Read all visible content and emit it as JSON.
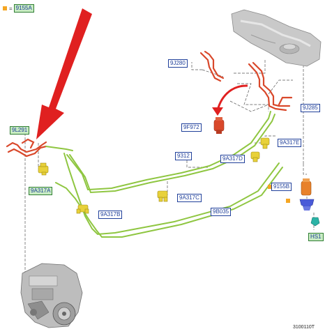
{
  "legend": {
    "marker_color": "#f5a623",
    "equals": "=",
    "label": "9155A"
  },
  "labels": {
    "l_9155A": "9155A",
    "l_9J280": "9J280",
    "l_9J285": "9J285",
    "l_9L291": "9L291",
    "l_9F972": "9F972",
    "l_9A317E": "9A317E",
    "l_9312": "9312",
    "l_9A317D": "9A317D",
    "l_9A317A": "9A317A",
    "l_9A317C": "9A317C",
    "l_9155B": "9155B",
    "l_9B035": "9B035",
    "l_9A317B": "9A317B",
    "l_HS1": "HS1"
  },
  "figure_id": "3100110T",
  "colors": {
    "red_line": "#d9482b",
    "green_line": "#8fc641",
    "arrow": "#e02020",
    "label_border": "#1f3f9a",
    "label_green_bg": "#c9ecc3",
    "clip_yellow": "#e8d13a",
    "filter_orange": "#e8812a",
    "blue_part": "#4a5ad8",
    "teal_part": "#2bb3a6"
  }
}
